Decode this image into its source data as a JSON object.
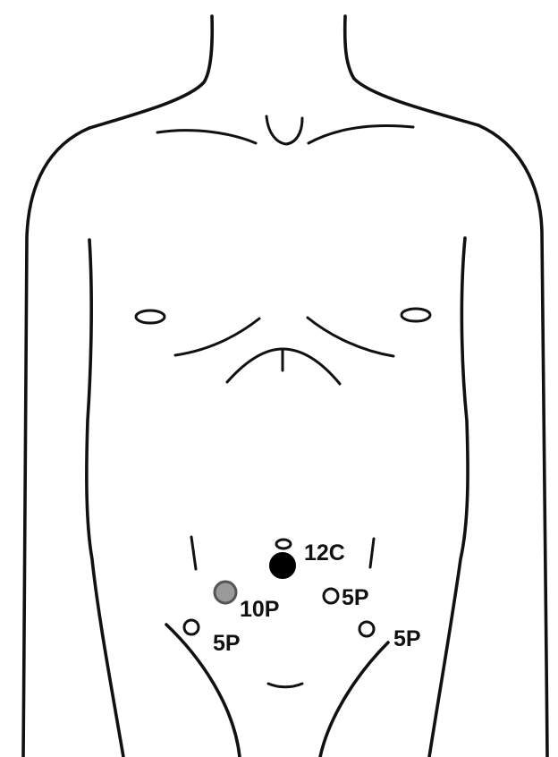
{
  "diagram": {
    "subject": "torso outline with trocar port placement",
    "colors": {
      "outline": "#111111",
      "camera_port_fill": "#000000",
      "large_port_fill": "#9a9a9a",
      "small_port_fill": "#ffffff"
    },
    "ports": [
      {
        "id": "camera",
        "label": "12C",
        "size_mm": 12,
        "kind": "camera"
      },
      {
        "id": "left-10",
        "label": "10P",
        "size_mm": 10,
        "kind": "working"
      },
      {
        "id": "right-5-upper",
        "label": "5P",
        "size_mm": 5,
        "kind": "working"
      },
      {
        "id": "left-5-lower",
        "label": "5P",
        "size_mm": 5,
        "kind": "working"
      },
      {
        "id": "right-5-lower",
        "label": "5P",
        "size_mm": 5,
        "kind": "working"
      }
    ]
  }
}
